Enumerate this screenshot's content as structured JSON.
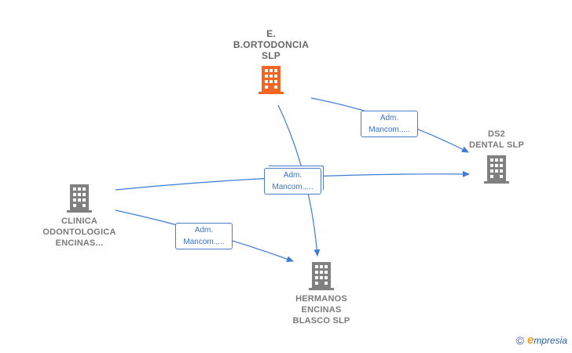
{
  "nodes": {
    "ortodoncia": {
      "lines": [
        "E.",
        "B.ORTODONCIA",
        "SLP"
      ],
      "color": "#f26522",
      "icon": "building-icon"
    },
    "ds2": {
      "lines": [
        "DS2",
        "DENTAL  SLP"
      ],
      "color": "#808080",
      "icon": "building-icon"
    },
    "clinica": {
      "lines": [
        "CLINICA",
        "ODONTOLOGICA",
        "ENCINAS..."
      ],
      "color": "#808080",
      "icon": "building-icon"
    },
    "hermanos": {
      "lines": [
        "HERMANOS",
        "ENCINAS",
        "BLASCO  SLP"
      ],
      "color": "#808080",
      "icon": "building-icon"
    }
  },
  "edge_labels": {
    "top_right": [
      "Adm.",
      "Mancom.,..."
    ],
    "center": [
      "Adm.",
      "Mancom.,..."
    ],
    "bottom_left": [
      "Adm.",
      "Mancom.,..."
    ]
  },
  "edge_color": "#3d7bd4",
  "brand": {
    "symbol": "©",
    "e": "e",
    "rest": "mpresia"
  }
}
